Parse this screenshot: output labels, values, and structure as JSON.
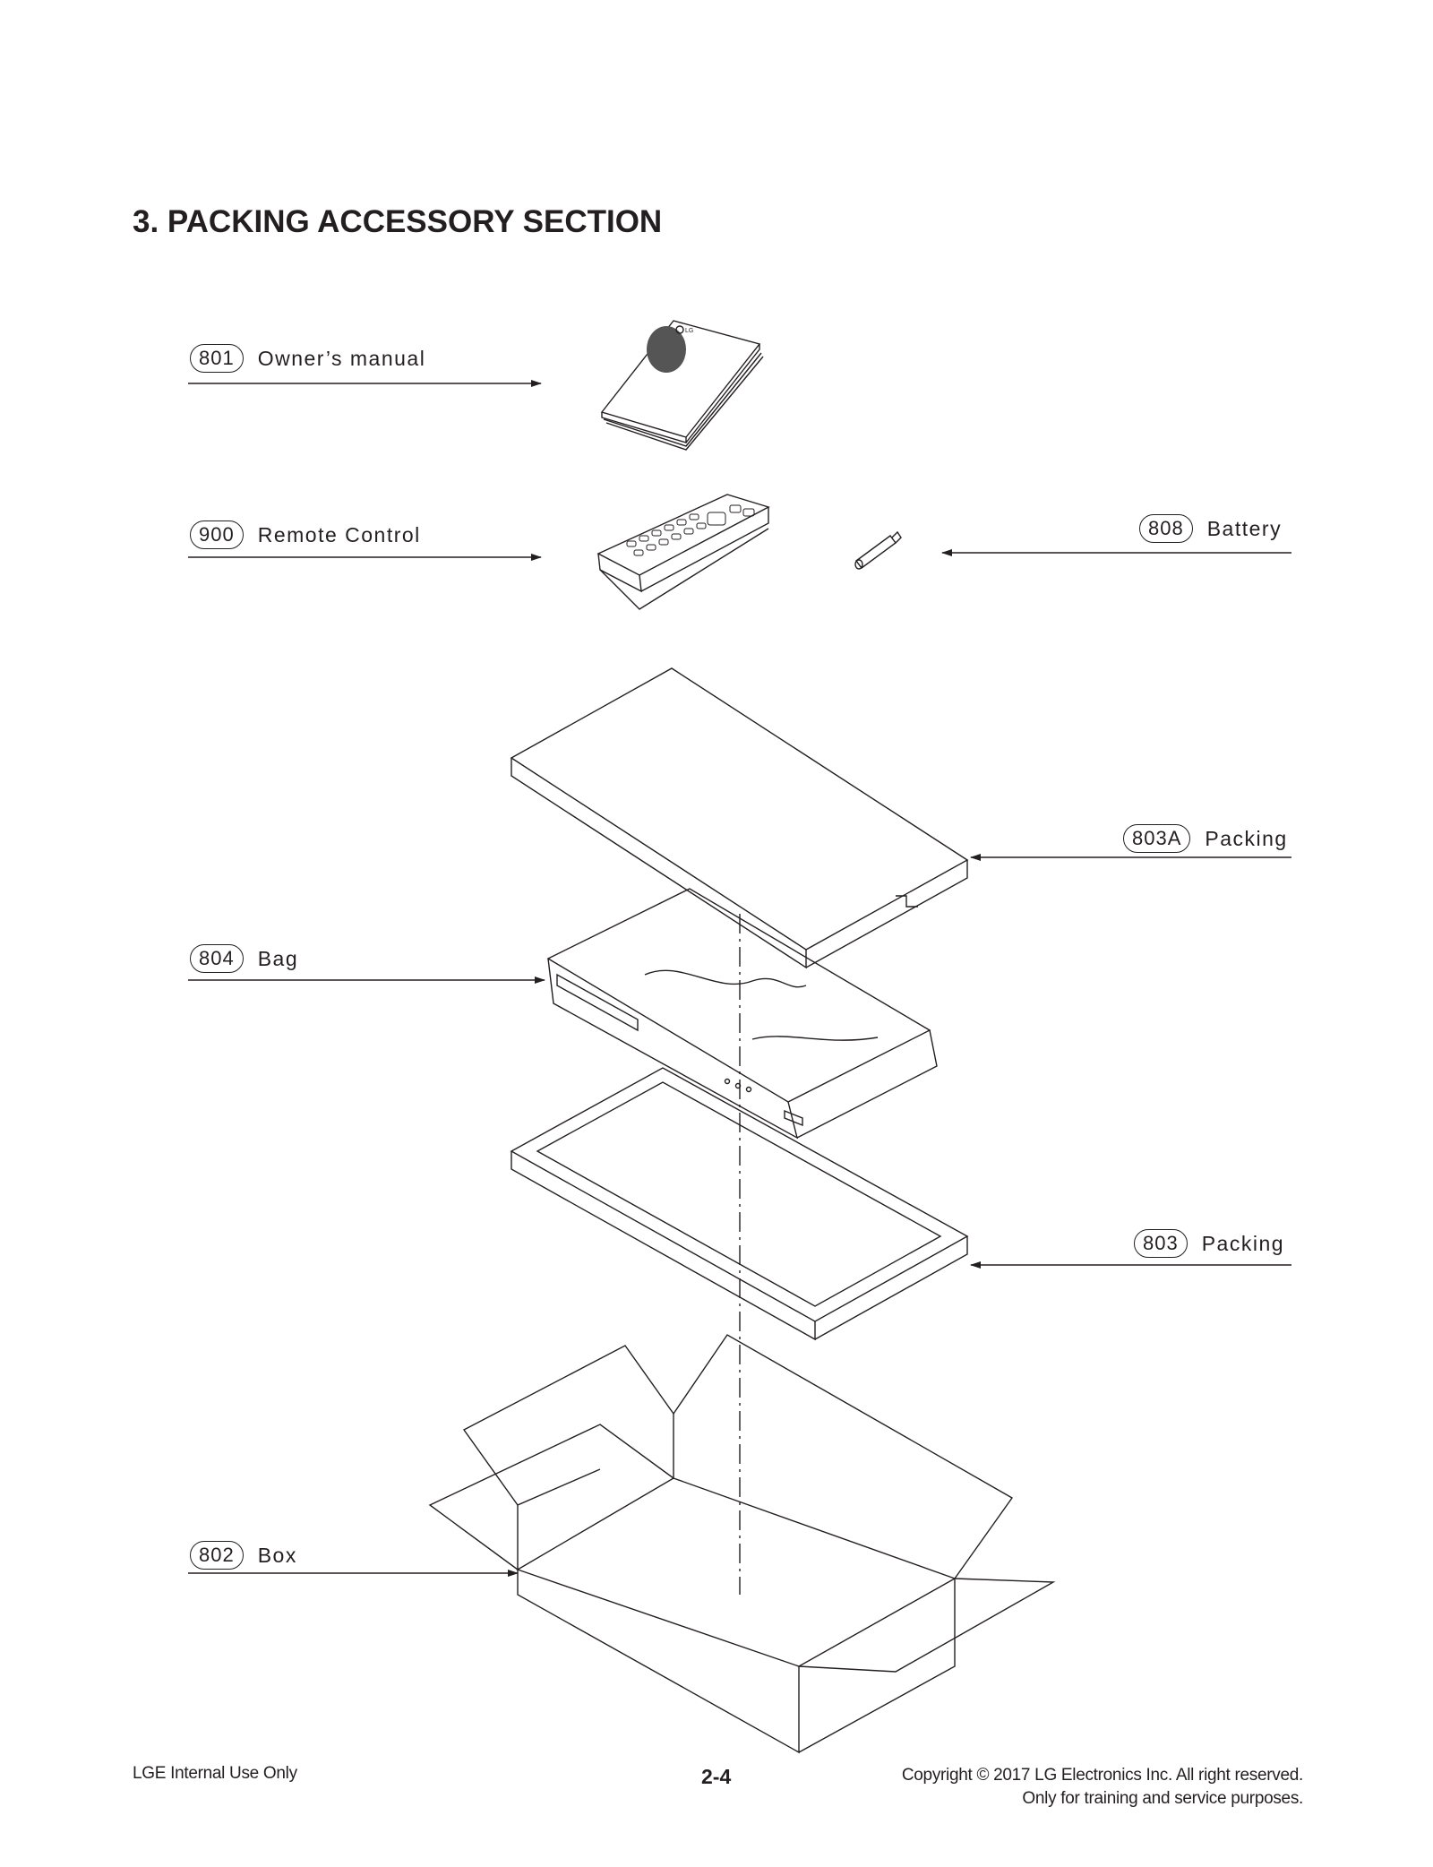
{
  "section_title": "3. PACKING ACCESSORY SECTION",
  "parts": [
    {
      "number": "801",
      "name": "Owner’s manual"
    },
    {
      "number": "900",
      "name": "Remote Control"
    },
    {
      "number": "808",
      "name": "Battery"
    },
    {
      "number": "803A",
      "name": "Packing"
    },
    {
      "number": "804",
      "name": "Bag"
    },
    {
      "number": "803",
      "name": "Packing"
    },
    {
      "number": "802",
      "name": "Box"
    }
  ],
  "manual_logo": "LG",
  "footer": {
    "left": "LGE Internal Use Only",
    "page": "2-4",
    "copyright_line1": "Copyright © 2017 LG Electronics Inc. All right reserved.",
    "copyright_line2": "Only for training and service purposes."
  }
}
